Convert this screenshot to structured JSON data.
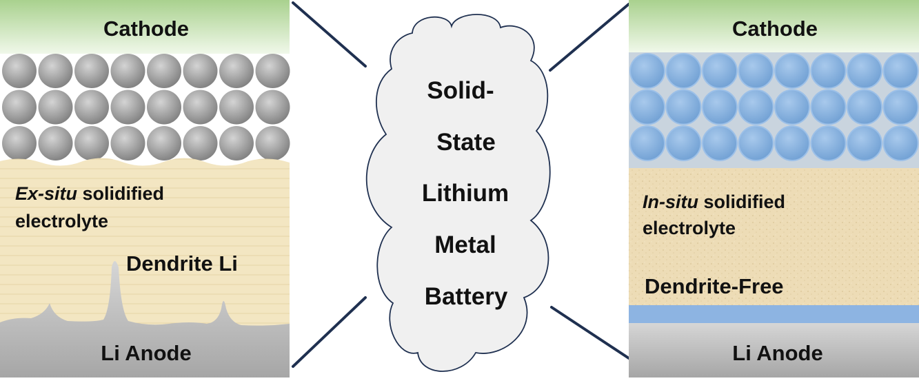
{
  "left_panel": {
    "cathode_label": "Cathode",
    "electrolyte_prefix": "Ex-situ",
    "electrolyte_suffix": " solidified",
    "electrolyte_line2": "electrolyte",
    "dendrite_label": "Dendrite Li",
    "anode_label": "Li Anode"
  },
  "center_cloud": {
    "lines": [
      "Solid-",
      "State",
      "Lithium",
      "Metal",
      "Battery"
    ]
  },
  "right_panel": {
    "cathode_label": "Cathode",
    "electrolyte_prefix": "In-situ",
    "electrolyte_suffix": " solidified",
    "electrolyte_line2": "electrolyte",
    "dendrite_free_label": "Dendrite-Free",
    "anode_label": "Li Anode"
  },
  "colors": {
    "cathode_green": "#a9d18e",
    "particle_gray": "#9a9a9a",
    "particle_blue": "#7faee0",
    "electrolyte_beige": "#f3e6c2",
    "interlayer_blue": "#8db4e2",
    "anode_gray": "#c4c4c4",
    "connector_navy": "#1f3050"
  }
}
